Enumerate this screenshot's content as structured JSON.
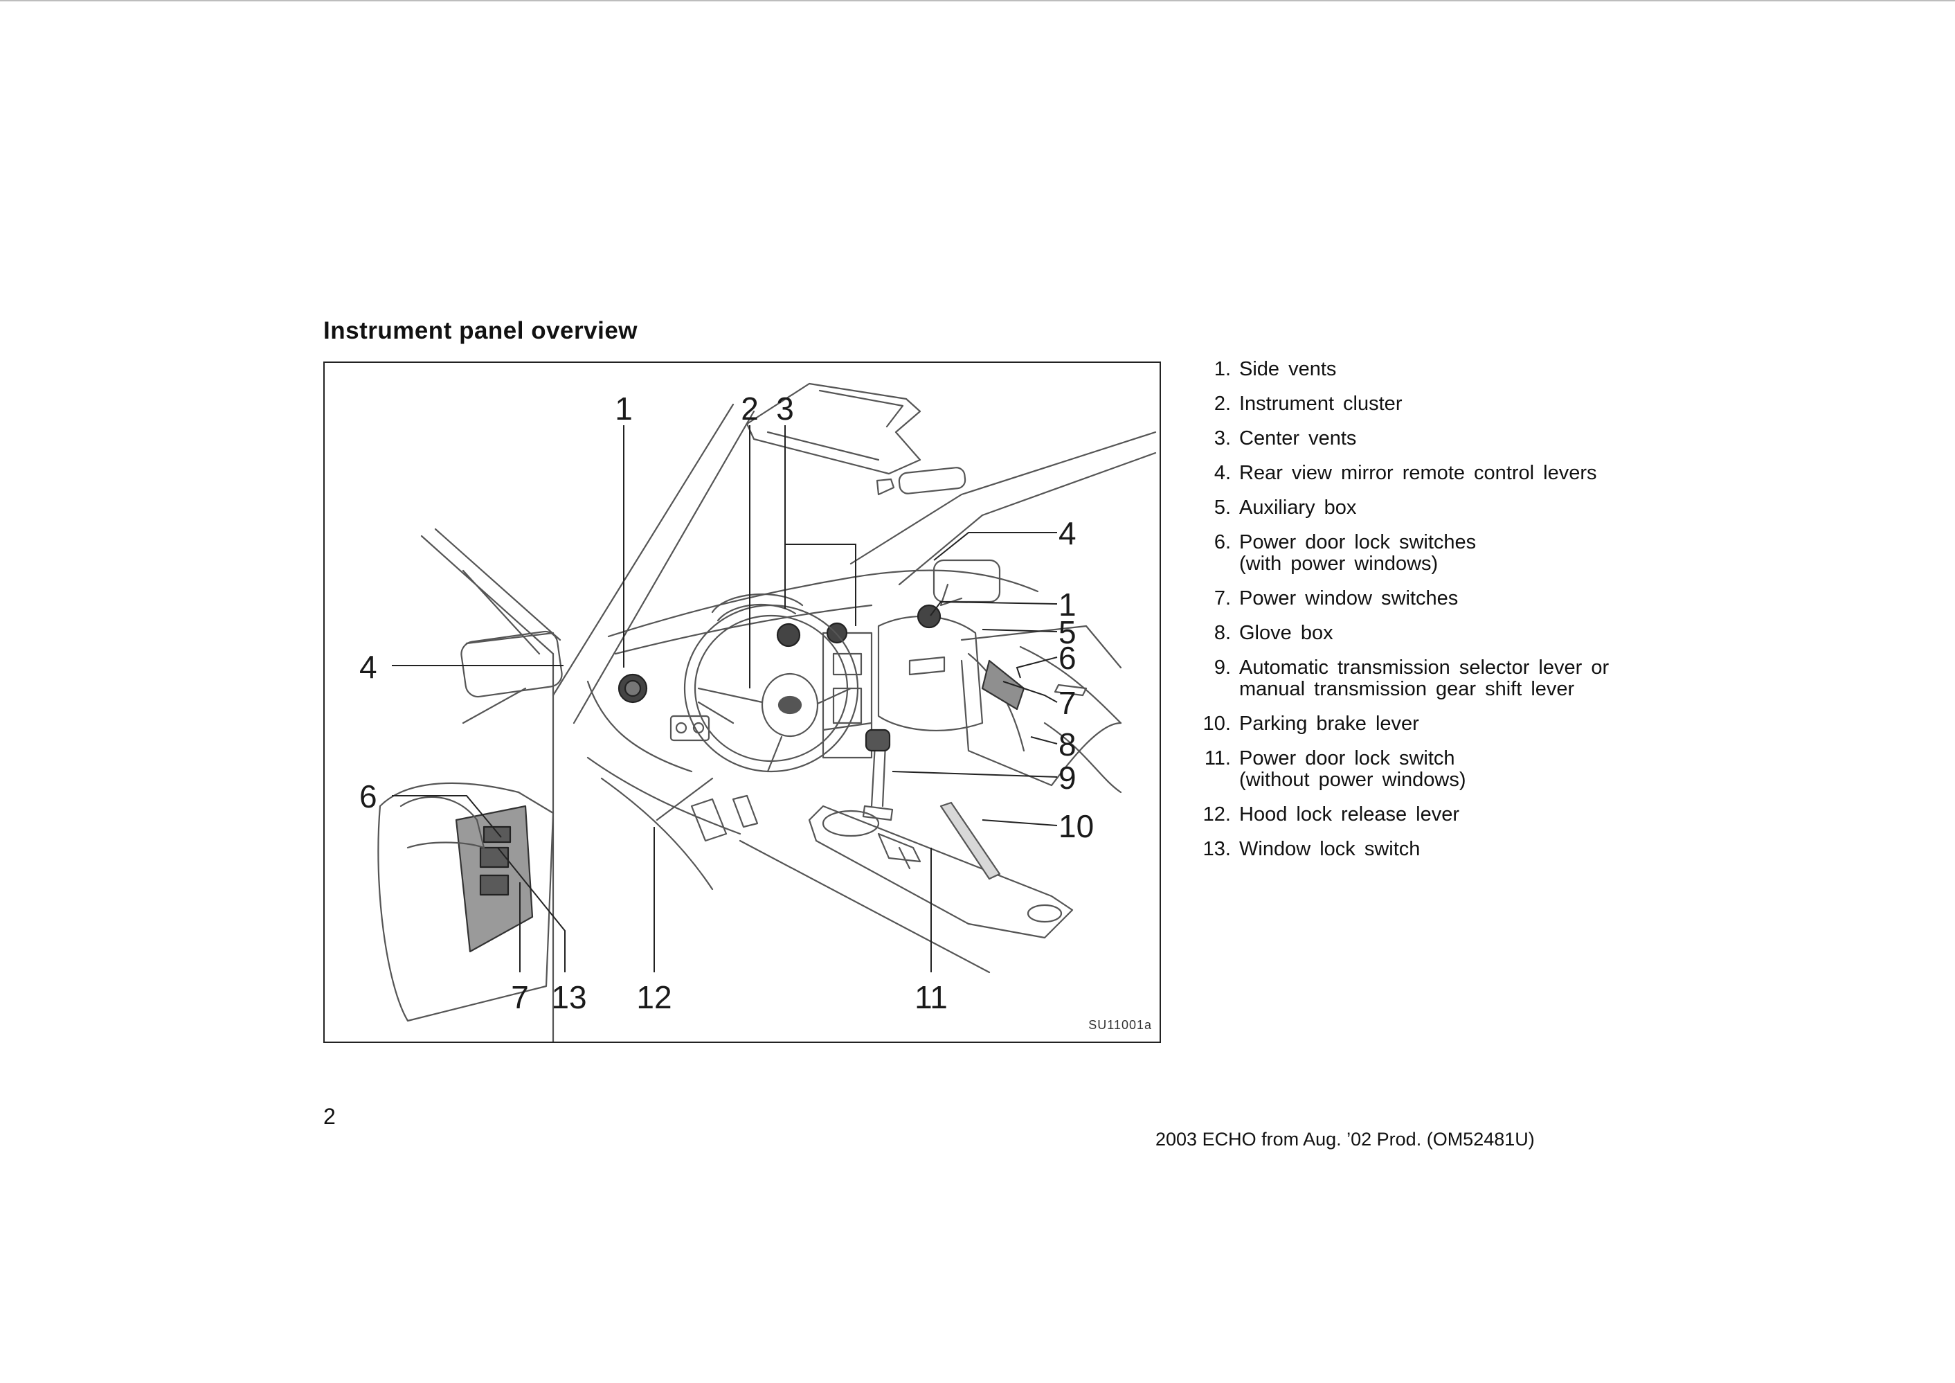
{
  "page": {
    "section_title": "Instrument panel overview",
    "page_number": "2",
    "footer": "2003 ECHO from Aug. ’02 Prod. (OM52481U)"
  },
  "figure": {
    "code": "SU11001a",
    "callouts": {
      "c1_left": "1",
      "c2": "2",
      "c3": "3",
      "c4_right": "4",
      "c1_right": "1",
      "c5": "5",
      "c6_right": "6",
      "c7_right": "7",
      "c8": "8",
      "c9": "9",
      "c10": "10",
      "c4_left": "4",
      "c6_left": "6",
      "c7_bottom": "7",
      "c13": "13",
      "c12": "12",
      "c11": "11"
    }
  },
  "legend": [
    {
      "num": "1.",
      "text": "Side vents"
    },
    {
      "num": "2.",
      "text": "Instrument cluster"
    },
    {
      "num": "3.",
      "text": "Center vents"
    },
    {
      "num": "4.",
      "text": "Rear view mirror remote control levers"
    },
    {
      "num": "5.",
      "text": "Auxiliary box"
    },
    {
      "num": "6.",
      "text": "Power door lock switches\n(with power windows)"
    },
    {
      "num": "7.",
      "text": "Power window switches"
    },
    {
      "num": "8.",
      "text": "Glove box"
    },
    {
      "num": "9.",
      "text": "Automatic transmission selector lever or\nmanual transmission gear shift lever"
    },
    {
      "num": "10.",
      "text": "Parking brake lever"
    },
    {
      "num": "11.",
      "text": "Power door lock switch\n(without power windows)"
    },
    {
      "num": "12.",
      "text": "Hood lock release lever"
    },
    {
      "num": "13.",
      "text": "Window lock switch"
    }
  ]
}
